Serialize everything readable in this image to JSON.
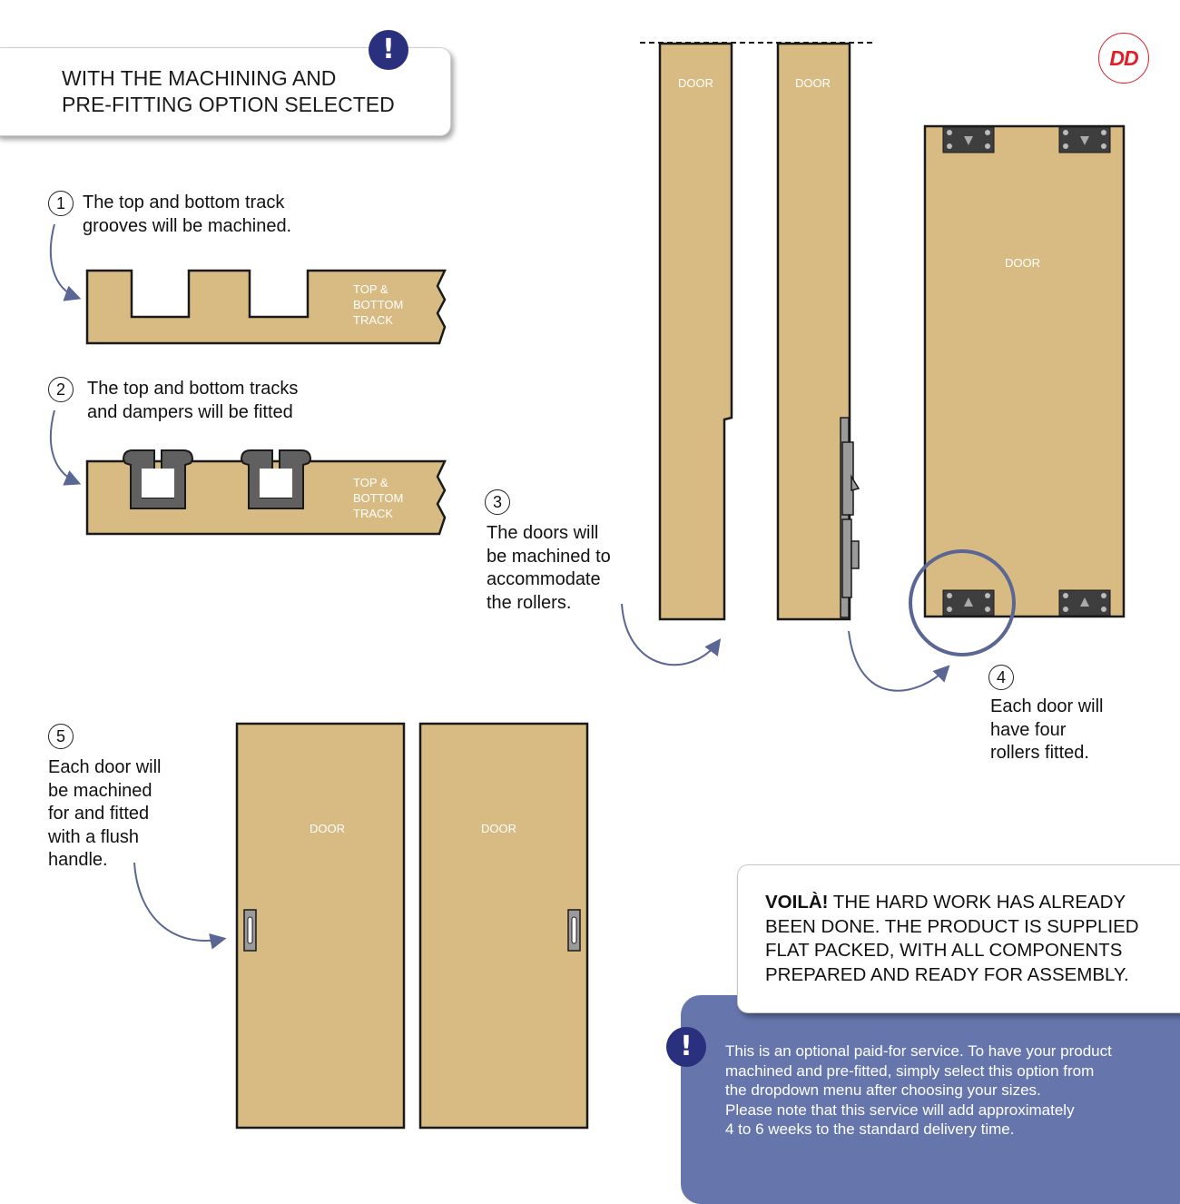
{
  "header": {
    "title_line1": "WITH THE MACHINING AND",
    "title_line2": "PRE-FITTING OPTION SELECTED",
    "alert_symbol": "!"
  },
  "logo": {
    "text": "DD",
    "color": "#e01f26"
  },
  "steps": [
    {
      "number": "1",
      "lines": [
        "The top and bottom track",
        "grooves will be machined."
      ]
    },
    {
      "number": "2",
      "lines": [
        "The top and bottom tracks",
        "and dampers will be fitted"
      ]
    },
    {
      "number": "3",
      "lines": [
        "The doors will",
        "be machined to",
        "accommodate",
        "the rollers."
      ]
    },
    {
      "number": "4",
      "lines": [
        "Each door will",
        "have four",
        "rollers fitted."
      ]
    },
    {
      "number": "5",
      "lines": [
        "Each door will",
        "be machined",
        "for and fitted",
        "with a flush",
        "handle."
      ]
    }
  ],
  "labels": {
    "door": "DOOR",
    "track_line1": "TOP &",
    "track_line2": "BOTTOM",
    "track_line3": "TRACK"
  },
  "voila": {
    "bold": "VOILÀ!",
    "line1_rest": " THE HARD WORK HAS ALREADY",
    "line2": "BEEN DONE. THE PRODUCT IS SUPPLIED",
    "line3": "FLAT PACKED, WITH ALL COMPONENTS",
    "line4": "PREPARED AND READY FOR ASSEMBLY."
  },
  "note": {
    "alert_symbol": "!",
    "lines": [
      "This is an optional paid-for service. To have your product",
      "machined and pre-fitted, simply select this option from",
      "the dropdown menu after choosing your sizes.",
      "Please note that this service will add approximately",
      "4 to 6 weeks to the standard delivery time."
    ]
  },
  "colors": {
    "wood": "#d8bb83",
    "outline": "#1a1a1a",
    "hardware": "#555555",
    "arrow": "#5a6794",
    "alert_badge": "#2a2f7e",
    "note_background": "#6676ad"
  }
}
